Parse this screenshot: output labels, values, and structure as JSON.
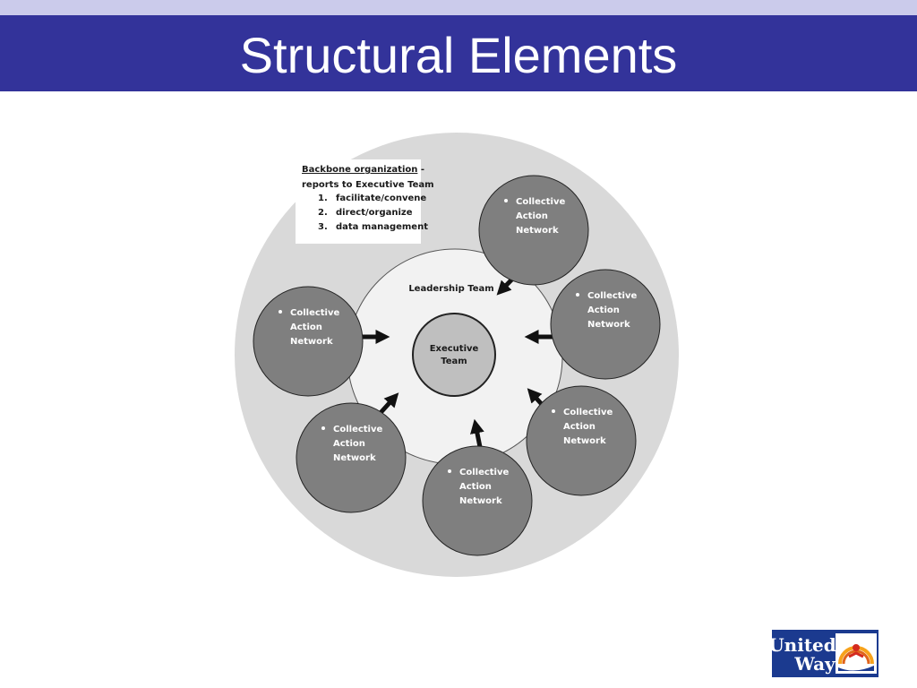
{
  "slide": {
    "title": "Structural Elements"
  },
  "diagram": {
    "backbone": {
      "heading": "Backbone organization",
      "heading_suffix": " -",
      "subheading": "reports to Executive Team",
      "items": [
        {
          "num": "1.",
          "text": "facilitate/convene"
        },
        {
          "num": "2.",
          "text": "direct/organize"
        },
        {
          "num": "3.",
          "text": "data management"
        }
      ]
    },
    "leadership_label": "Leadership Team",
    "executive": {
      "line1": "Executive",
      "line2": "Team"
    },
    "networks": [
      {
        "lines": [
          "Collective",
          "Action",
          "Network"
        ]
      },
      {
        "lines": [
          "Collective",
          "Action",
          "Network"
        ]
      },
      {
        "lines": [
          "Collective",
          "Action",
          "Network"
        ]
      },
      {
        "lines": [
          "Collective",
          "Action",
          "Network"
        ]
      },
      {
        "lines": [
          "Collective",
          "Action",
          "Network"
        ]
      },
      {
        "lines": [
          "Collective",
          "Action",
          "Network"
        ]
      }
    ],
    "colors": {
      "outer_circle": "#d9d9d9",
      "inner_circle": "#f2f2f2",
      "network_fill": "#7f7f7f",
      "executive_fill": "#bfbfbf",
      "arrow": "#111111"
    }
  },
  "logo": {
    "line1": "United",
    "line2": "Way",
    "colors": {
      "box": "#1b3a8f",
      "sun": "#f7a21b",
      "hand": "#1b3a8f"
    }
  }
}
